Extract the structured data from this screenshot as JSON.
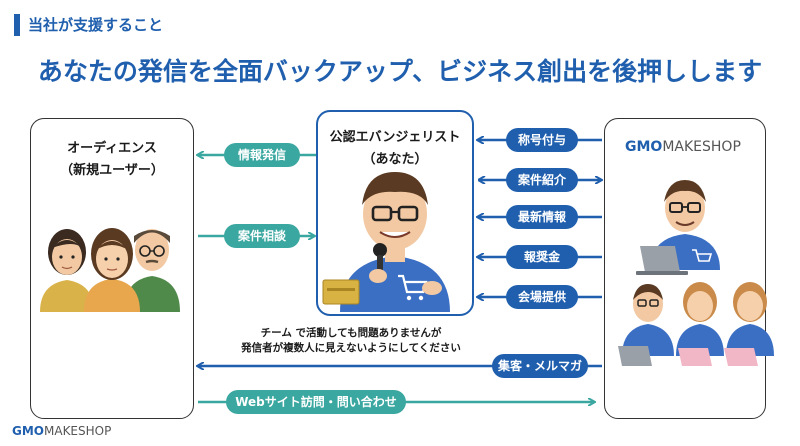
{
  "header": {
    "section_title": "当社が支援すること"
  },
  "headline": "あなたの発信を全面バックアップ、ビジネス創出を後押しします",
  "left_box": {
    "title_line1": "オーディエンス",
    "title_line2": "（新規ユーザー）"
  },
  "center_box": {
    "title_line1": "公認エバンジェリスト",
    "title_line2": "（あなた）"
  },
  "right_box": {
    "logo_gmo": "GMO",
    "logo_rest": "MAKESHOP"
  },
  "left_arrows": [
    {
      "label": "情報発信",
      "direction": "to-left"
    },
    {
      "label": "案件相談",
      "direction": "to-right"
    }
  ],
  "right_arrows": [
    {
      "label": "称号付与",
      "direction": "to-left"
    },
    {
      "label": "案件紹介",
      "direction": "both"
    },
    {
      "label": "最新情報",
      "direction": "to-left"
    },
    {
      "label": "報奨金",
      "direction": "to-left"
    },
    {
      "label": "会場提供",
      "direction": "to-left"
    }
  ],
  "note": {
    "line1": "チーム で活動しても問題ありませんが",
    "line2": "発信者が複数人に見えないようにしてください"
  },
  "bottom_arrows": [
    {
      "label": "集客・メルマガ",
      "direction": "to-left"
    },
    {
      "label": "Webサイト訪問・問い合わせ",
      "direction": "to-right"
    }
  ],
  "footer_logo": {
    "gmo": "GMO",
    "rest": "MAKESHOP"
  },
  "colors": {
    "brand_blue": "#1f5fae",
    "teal": "#3aa7a0",
    "shirt_blue": "#3b6fc4"
  }
}
